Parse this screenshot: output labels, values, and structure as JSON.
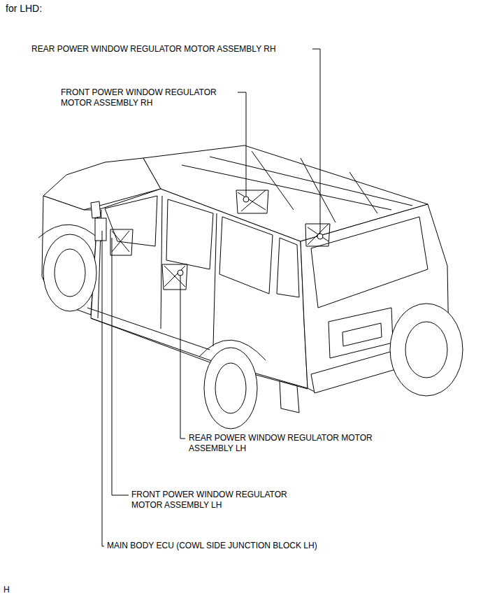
{
  "diagram": {
    "title": "for LHD:",
    "labels": [
      "REAR POWER WINDOW REGULATOR MOTOR ASSEMBLY RH",
      "FRONT POWER WINDOW REGULATOR MOTOR ASSEMBLY RH",
      "REAR POWER WINDOW REGULATOR MOTOR ASSEMBLY LH",
      "FRONT POWER WINDOW REGULATOR MOTOR ASSEMBLY LH",
      "MAIN BODY ECU (COWL SIDE JUNCTION BLOCK LH)",
      "H"
    ]
  }
}
